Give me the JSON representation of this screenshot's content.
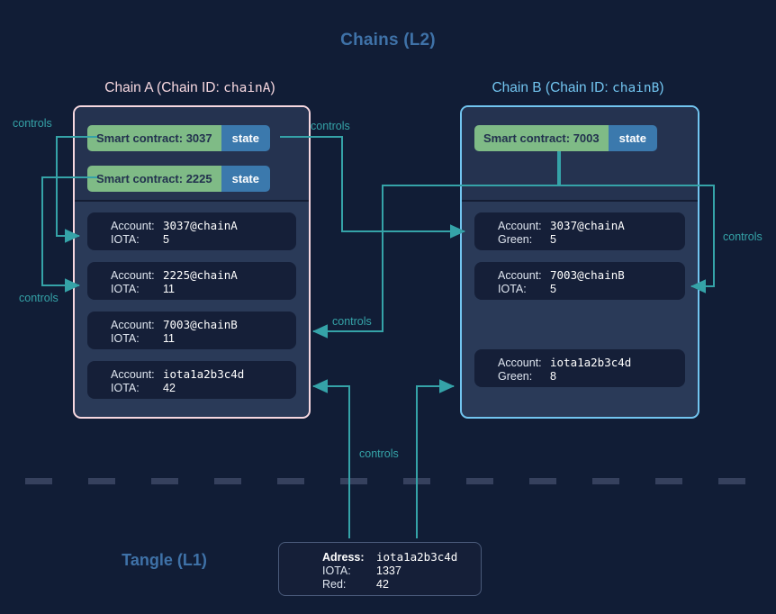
{
  "page": {
    "main_title": "Chains (L2)",
    "tangle_title": "Tangle (L1)",
    "bg_color": "#111d36",
    "accent_title_color": "#3f72a8",
    "chain_a_color": "#f7d8e0",
    "chain_b_color": "#72c5f0",
    "wire_color": "#35a3a8",
    "contract_green": "#7fbb86",
    "state_blue": "#3b79ad"
  },
  "chain_a": {
    "title_prefix": "Chain A (Chain ID: ",
    "title_id": "chainA",
    "title_suffix": ")",
    "contracts": [
      {
        "name": "Smart contract: 3037",
        "state": "state"
      },
      {
        "name": "Smart contract: 2225",
        "state": "state"
      }
    ],
    "accounts": [
      {
        "key1": "Account:",
        "val1": "3037@chainA",
        "key2": "IOTA:",
        "val2": "5"
      },
      {
        "key1": "Account:",
        "val1": "2225@chainA",
        "key2": "IOTA:",
        "val2": "11"
      },
      {
        "key1": "Account:",
        "val1": "7003@chainB",
        "key2": "IOTA:",
        "val2": "11"
      },
      {
        "key1": "Account:",
        "val1": "iota1a2b3c4d",
        "key2": "IOTA:",
        "val2": "42"
      }
    ]
  },
  "chain_b": {
    "title_prefix": "Chain B (Chain ID: ",
    "title_id": "chainB",
    "title_suffix": ")",
    "contracts": [
      {
        "name": "Smart contract: 7003",
        "state": "state"
      }
    ],
    "accounts": [
      {
        "key1": "Account:",
        "val1": "3037@chainA",
        "key2": "Green:",
        "val2": "5"
      },
      {
        "key1": "Account:",
        "val1": "7003@chainB",
        "key2": "IOTA:",
        "val2": "5"
      },
      {
        "key1": "Account:",
        "val1": "iota1a2b3c4d",
        "key2": "Green:",
        "val2": "8"
      }
    ]
  },
  "tangle": {
    "address_key": "Adress:",
    "address_val": "iota1a2b3c4d",
    "iota_key": "IOTA:",
    "iota_val": "1337",
    "red_key": "Red:",
    "red_val": "42"
  },
  "labels": {
    "controls": "controls",
    "controls_a1": "controls",
    "controls_a2": "controls",
    "controls_mid_top": "controls",
    "controls_mid_bot": "controls",
    "controls_right": "controls",
    "controls_bottom": "controls"
  }
}
